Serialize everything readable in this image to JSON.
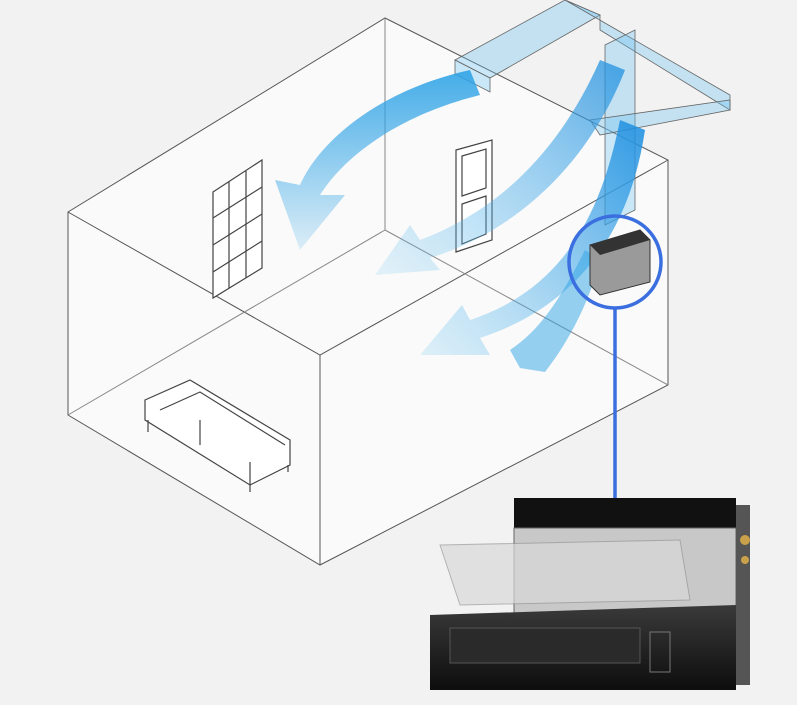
{
  "colors": {
    "background": "#f2f2f2",
    "airflow": "#2fa3e6",
    "highlight_circle": "#3b6fe0",
    "outline": "#555555",
    "unit_body": "#1a1a1a"
  },
  "icons": [
    "room-diagram",
    "air-duct",
    "airflow-arrow",
    "window",
    "door",
    "sofa",
    "indoor-unit",
    "ducted-ac-unit"
  ]
}
